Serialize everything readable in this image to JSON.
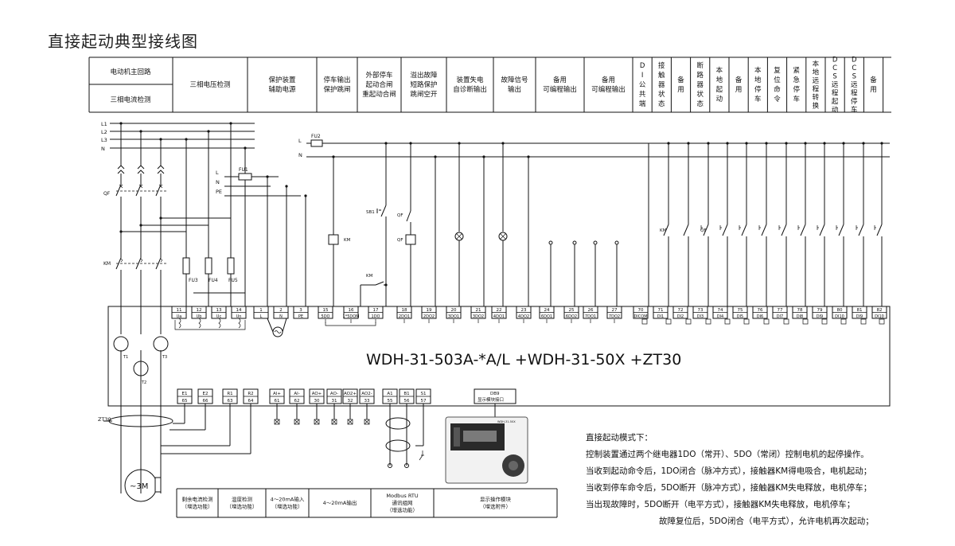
{
  "title": "直接起动典型接线图",
  "header": {
    "cells": [
      [
        "电动机主回路",
        "三相电流检测"
      ],
      [
        "三相电压检测"
      ],
      [
        "保护装置",
        "辅助电源"
      ],
      [
        "停车输出",
        "保护跳闸"
      ],
      [
        "外部停车",
        "起动合闸",
        "重起动合闸"
      ],
      [
        "溢出故障",
        "短路保护",
        "跳闸空开"
      ],
      [
        "装置失电",
        "自诊断输出"
      ],
      [
        "故障信号",
        "输出"
      ],
      [
        "备用",
        "可编程输出"
      ],
      [
        "备用",
        "可编程输出"
      ]
    ],
    "vcells": [
      "DI公共端",
      "接触器状态",
      "备用",
      "断路器状态",
      "本地起动",
      "备用",
      "本地停车",
      "复位命令",
      "紧急停车",
      "本地远程转换",
      "DCS远程起动",
      "DCS远程停车",
      "备用"
    ]
  },
  "wires": {
    "l1": "L1",
    "l2": "L2",
    "l3": "L3",
    "n": "N",
    "l": "L",
    "n2": "N",
    "pe": "PE",
    "l_top": "L",
    "n_top": "N",
    "fu1": "FU1",
    "fu2": "FU2",
    "fu3": "FU3",
    "fu4": "FU4",
    "fu5": "FU5",
    "qf": "QF",
    "km": "KM",
    "sb1": "SB1",
    "zt30": "ZT30",
    "t1": "T1",
    "t2": "T2",
    "t3": "T3",
    "motor": "~3M"
  },
  "terminals_top": [
    {
      "num": "11",
      "sig": "Ua"
    },
    {
      "num": "12",
      "sig": "Ub"
    },
    {
      "num": "13",
      "sig": "Uc"
    },
    {
      "num": "14",
      "sig": "Un"
    },
    {
      "num": "1",
      "sig": "L"
    },
    {
      "num": "2",
      "sig": "N"
    },
    {
      "num": "3",
      "sig": "PE"
    },
    {
      "num": "15",
      "sig": "5DO"
    },
    {
      "num": "16",
      "sig": "1*5DOM"
    },
    {
      "num": "17",
      "sig": "1DO"
    },
    {
      "num": "18",
      "sig": "2DO1"
    },
    {
      "num": "19",
      "sig": "2DO2"
    },
    {
      "num": "20",
      "sig": "3DO1"
    },
    {
      "num": "21",
      "sig": "3DO2"
    },
    {
      "num": "22",
      "sig": "4DO1"
    },
    {
      "num": "23",
      "sig": "4DO2"
    },
    {
      "num": "24",
      "sig": "6DO1"
    },
    {
      "num": "25",
      "sig": "6DO2"
    },
    {
      "num": "26",
      "sig": "7DO1"
    },
    {
      "num": "27",
      "sig": "7DO2"
    },
    {
      "num": "70",
      "sig": "DICOM"
    },
    {
      "num": "71",
      "sig": "DI1"
    },
    {
      "num": "72",
      "sig": "DI2"
    },
    {
      "num": "73",
      "sig": "DI3"
    },
    {
      "num": "74",
      "sig": "DI4"
    },
    {
      "num": "75",
      "sig": "DI5"
    },
    {
      "num": "76",
      "sig": "DI6"
    },
    {
      "num": "77",
      "sig": "DI7"
    },
    {
      "num": "78",
      "sig": "DI8"
    },
    {
      "num": "79",
      "sig": "DI9"
    },
    {
      "num": "80",
      "sig": "DI10"
    },
    {
      "num": "81",
      "sig": "DI9"
    },
    {
      "num": "82",
      "sig": "DI10"
    }
  ],
  "terminals_bottom": [
    {
      "sig": "E1",
      "num": "65"
    },
    {
      "sig": "E2",
      "num": "66"
    },
    {
      "sig": "R1",
      "num": "63"
    },
    {
      "sig": "R2",
      "num": "64"
    },
    {
      "sig": "AI+",
      "num": "61"
    },
    {
      "sig": "AI-",
      "num": "62"
    },
    {
      "sig": "AO+",
      "num": "30"
    },
    {
      "sig": "AO-",
      "num": "31"
    },
    {
      "sig": "AO2+",
      "num": "32"
    },
    {
      "sig": "AO2-",
      "num": "33"
    },
    {
      "sig": "A1",
      "num": "55"
    },
    {
      "sig": "B1",
      "num": "56"
    },
    {
      "sig": "S1",
      "num": "57"
    }
  ],
  "device_model": "WDH-31-503A-*A/L  +WDH-31-50X  +ZT30",
  "db9": [
    "DB9",
    "显示模块接口"
  ],
  "display_label": "WDH-31-50X",
  "footer": [
    [
      "剩余电流检测",
      "（增选功能）"
    ],
    [
      "温度检测",
      "（增选功能）"
    ],
    [
      "4～20mA输入",
      "（增选功能）"
    ],
    [
      "4～20mA输出"
    ],
    [
      "Modbus  RTU",
      "通讯组网",
      "（增选功能）"
    ],
    [
      "显示操作模块",
      "（增选附件）"
    ]
  ],
  "notes": {
    "heading": "直接起动模式下：",
    "lines": [
      "控制装置通过两个继电器1DO（常开）、5DO（常闭）控制电机的起停操作。",
      "当收到起动命令后，1DO闭合（脉冲方式），接触器KM得电吸合，电机起动；",
      "当收到停车命令后，5DO断开（脉冲方式），接触器KM失电释放，电机停车；",
      "当出现故障时，5DO断开（电平方式），接触器KM失电释放，电机停车；",
      "故障复位后，5DO闭合（电平方式），允许电机再次起动；"
    ]
  }
}
